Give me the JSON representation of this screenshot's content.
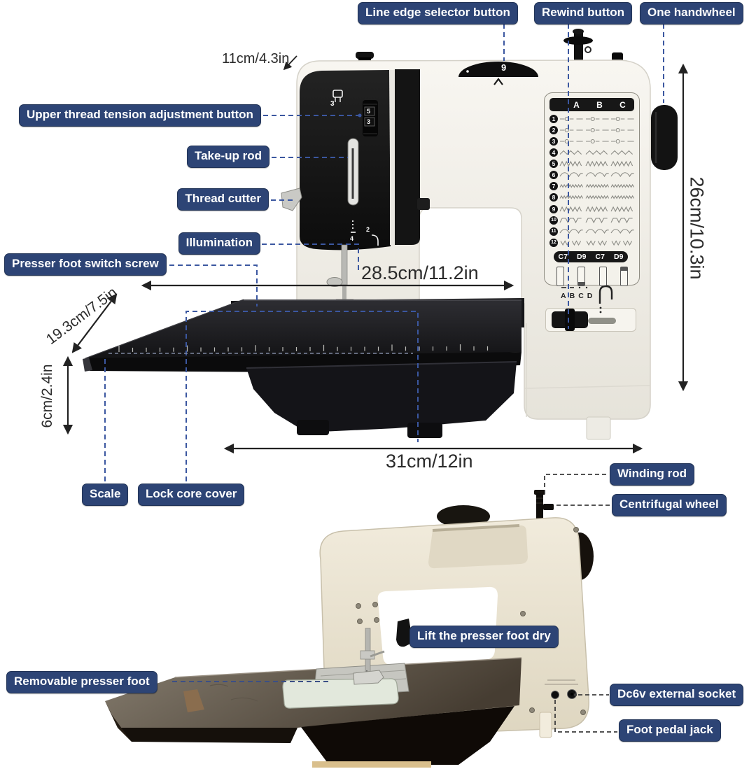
{
  "labels": {
    "line_edge": "Line edge selector button",
    "rewind": "Rewind button",
    "handwheel": "One handwheel",
    "upper_thread": "Upper thread tension adjustment button",
    "take_up": "Take-up rod",
    "thread_cutter": "Thread cutter",
    "illumination": "Illumination",
    "presser_screw": "Presser foot switch screw",
    "scale": "Scale",
    "lock_core": "Lock core cover",
    "winding_rod": "Winding rod",
    "centrifugal": "Centrifugal wheel",
    "lift_presser": "Lift the presser foot dry",
    "removable_foot": "Removable presser foot",
    "dc6v": "Dc6v external socket",
    "foot_pedal": "Foot pedal jack"
  },
  "dimensions": {
    "head_width": "11cm/4.3in",
    "arm_width": "28.5cm/11.2in",
    "table_depth": "19.3cm/7.5in",
    "table_height": "6cm/2.4in",
    "machine_height": "26cm/10.3in",
    "machine_width": "31cm/12in"
  },
  "machine_front": {
    "dial_number": "9",
    "head": {
      "spool_mark": "3",
      "tension_dial": [
        "5",
        "3"
      ],
      "mark_left": "4",
      "mark_right": "2"
    },
    "stitch_panel": {
      "columns": [
        "A",
        "B",
        "C"
      ],
      "rows": [
        {
          "num": "1",
          "pattern": "buttonhole"
        },
        {
          "num": "2",
          "pattern": "buttonhole"
        },
        {
          "num": "3",
          "pattern": "buttonhole"
        },
        {
          "num": "4",
          "pattern": "zigzag"
        },
        {
          "num": "5",
          "pattern": "sharp"
        },
        {
          "num": "6",
          "pattern": "bigwave"
        },
        {
          "num": "7",
          "pattern": "dense"
        },
        {
          "num": "8",
          "pattern": "dense"
        },
        {
          "num": "9",
          "pattern": "sharp"
        },
        {
          "num": "10",
          "pattern": "trapez"
        },
        {
          "num": "11",
          "pattern": "bigwave"
        },
        {
          "num": "12",
          "pattern": "vee"
        }
      ],
      "codes": [
        "C7",
        "D9",
        "C7",
        "D9"
      ],
      "selector_letters": [
        "A",
        "B",
        "C",
        "D"
      ]
    }
  },
  "colors": {
    "label_bg": "#2d4475",
    "label_text": "#ffffff",
    "leader_blue": "#3b57a0",
    "leader_dark": "#3d3d3d",
    "dimension_ink": "#2a2a2a",
    "machine_white": "#f4f2ed",
    "machine_cream": "#ece5d4",
    "accent_black": "#141414"
  }
}
